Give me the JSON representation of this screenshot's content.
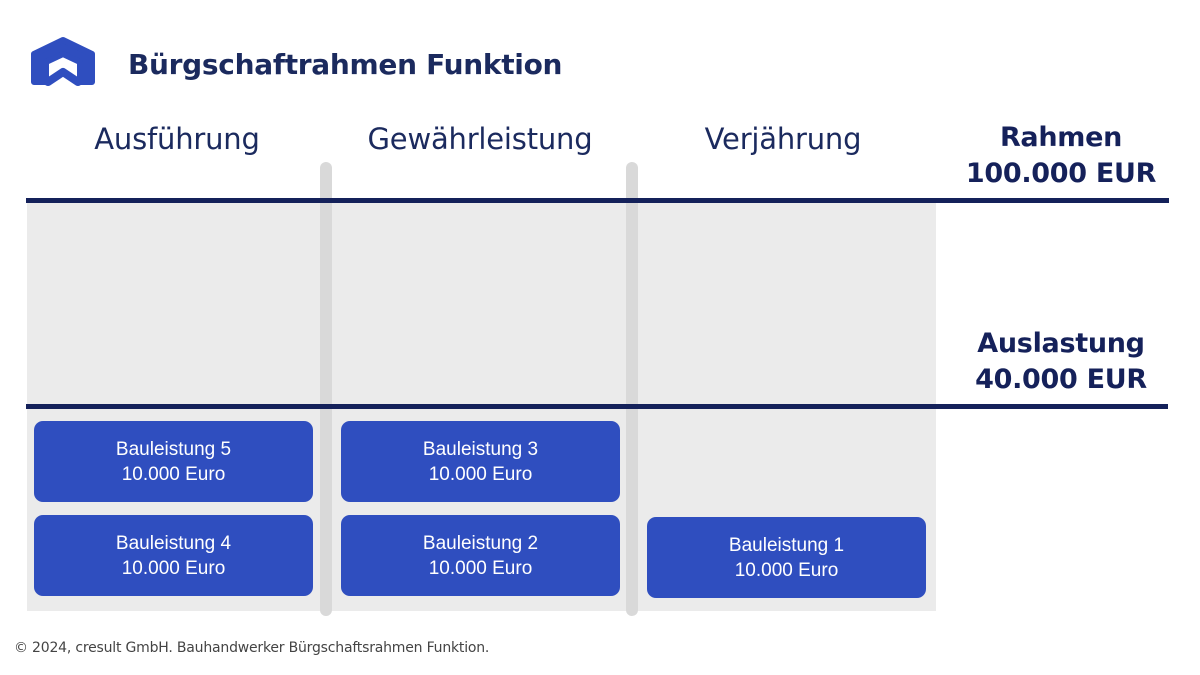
{
  "header": {
    "title": "Bürgschaftrahmen Funktion",
    "logo_icon": "house-roof-icon",
    "logo_color": "#2f4ebf"
  },
  "columns": [
    {
      "label": "Ausführung"
    },
    {
      "label": "Gewährleistung"
    },
    {
      "label": "Verjährung"
    }
  ],
  "rahmen": {
    "label": "Rahmen",
    "value": "100.000 EUR"
  },
  "auslastung": {
    "label": "Auslastung",
    "value": "40.000 EUR"
  },
  "cards": [
    {
      "name": "Bauleistung 5",
      "amount": "10.000 Euro"
    },
    {
      "name": "Bauleistung 4",
      "amount": "10.000 Euro"
    },
    {
      "name": "Bauleistung 3",
      "amount": "10.000 Euro"
    },
    {
      "name": "Bauleistung 2",
      "amount": "10.000 Euro"
    },
    {
      "name": "Bauleistung 1",
      "amount": "10.000 Euro"
    }
  ],
  "colors": {
    "card": "#2f4ebf",
    "line": "#14215a",
    "area": "#ebebeb"
  },
  "footer": {
    "text": "© 2024, cresult GmbH. Bauhandwerker Bürgschaftsrahmen Funktion."
  }
}
